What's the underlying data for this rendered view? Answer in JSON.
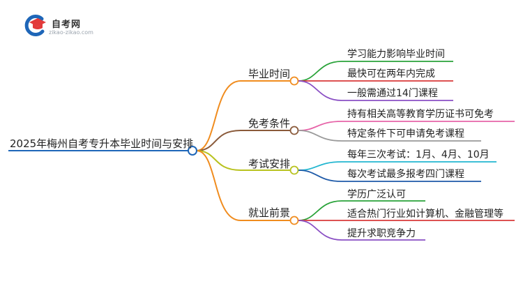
{
  "logo": {
    "title": "自考网",
    "url": "zikao-zikao.com",
    "icon": "graduation-cap-icon",
    "color_primary": "#1e66b8",
    "color_accent": "#e23b3b"
  },
  "root": {
    "label": "2025年梅州自考专升本毕业时间与安排",
    "color": "#1e66b8"
  },
  "branches": [
    {
      "label": "毕业时间",
      "color": "#f08c1e",
      "children": [
        {
          "label": "学习能力影响毕业时间",
          "color": "#2aa33a"
        },
        {
          "label": "最快可在两年内完成",
          "color": "#d83a3a"
        },
        {
          "label": "一般需通过14门课程",
          "color": "#8a4fc4"
        }
      ]
    },
    {
      "label": "免考条件",
      "color": "#8a5a3a",
      "children": [
        {
          "label": "持有相关高等教育学历证书可免考",
          "color": "#e664a8"
        },
        {
          "label": "特定条件下可申请免考课程",
          "color": "#9a9a9a"
        }
      ]
    },
    {
      "label": "考试安排",
      "color": "#b8c21e",
      "children": [
        {
          "label": "每年三次考试：1月、4月、10月",
          "color": "#22b6d0"
        },
        {
          "label": "每次考试最多报考四门课程",
          "color": "#1e5aa8"
        }
      ]
    },
    {
      "label": "就业前景",
      "color": "#f08c1e",
      "children": [
        {
          "label": "学历广泛认可",
          "color": "#2aa33a"
        },
        {
          "label": "适合热门行业如计算机、金融管理等",
          "color": "#d83a3a"
        },
        {
          "label": "提升求职竞争力",
          "color": "#8a4fc4"
        }
      ]
    }
  ]
}
